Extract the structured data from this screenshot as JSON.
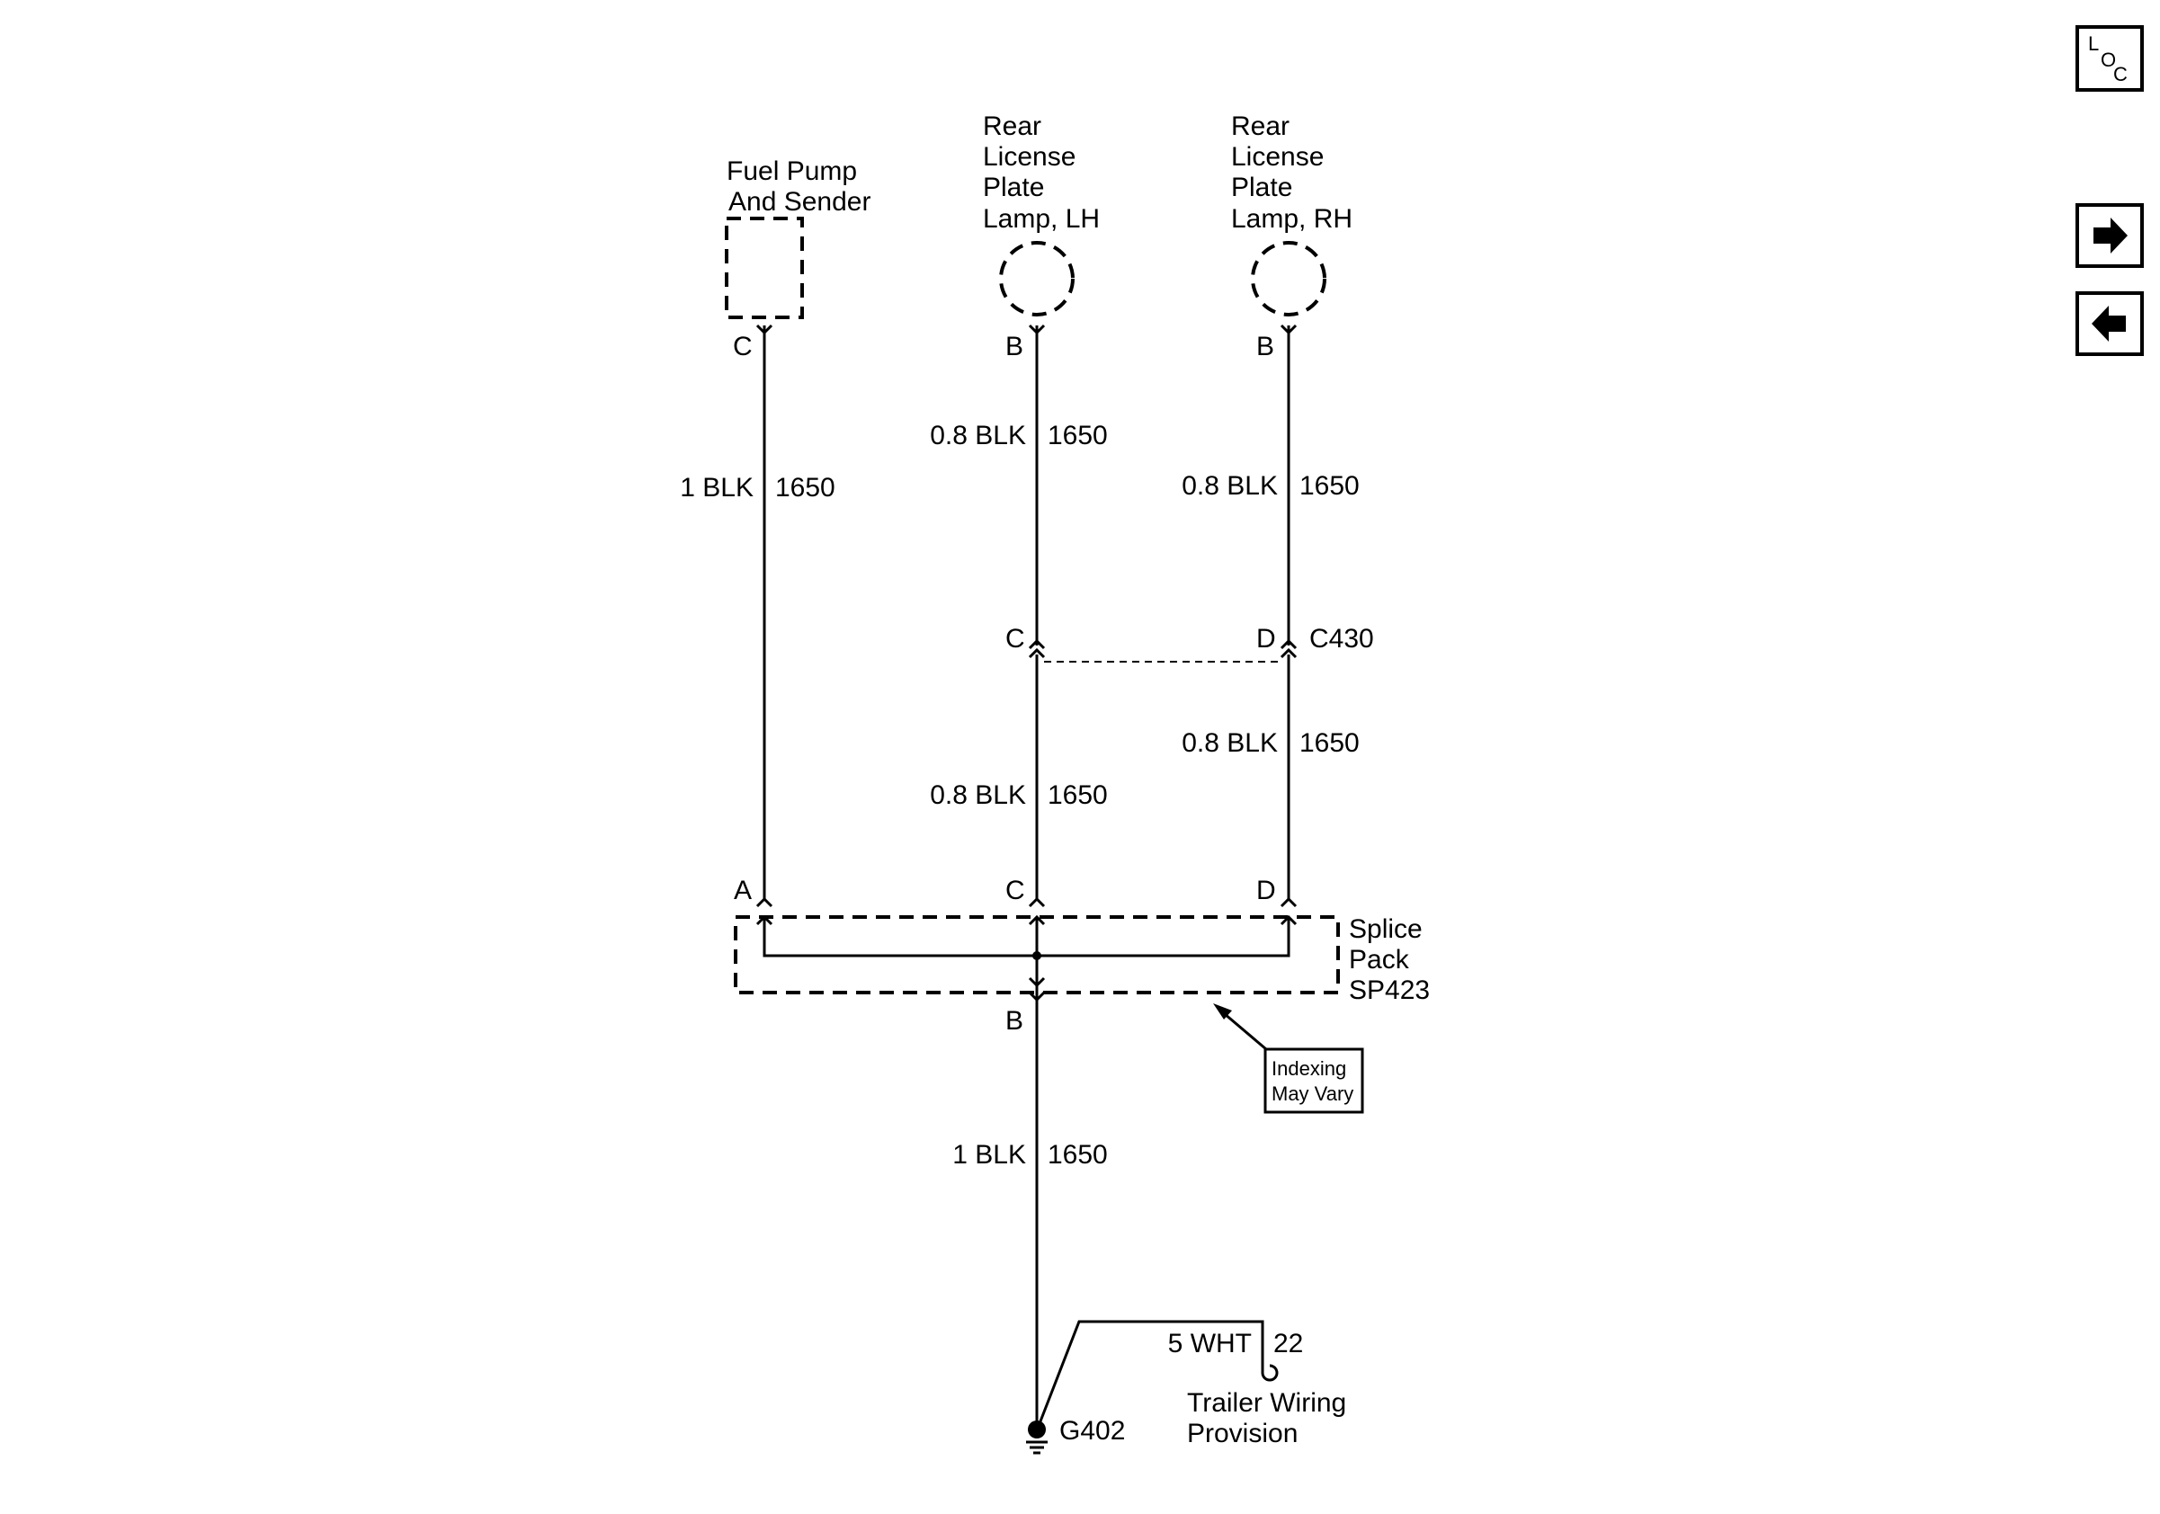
{
  "components": {
    "fuel_pump": [
      "Fuel Pump",
      "And Sender"
    ],
    "lamp_lh": [
      "Rear",
      "License",
      "Plate",
      "Lamp, LH"
    ],
    "lamp_rh": [
      "Rear",
      "License",
      "Plate",
      "Lamp, RH"
    ],
    "splice_pack": [
      "Splice",
      "Pack",
      "SP423"
    ],
    "trailer": [
      "Trailer Wiring",
      "Provision"
    ]
  },
  "pins": {
    "fuel_pump": "C",
    "lamp_lh": "B",
    "lamp_rh": "B",
    "c430_left": "C",
    "c430_right": "D",
    "splice_a": "A",
    "splice_c": "C",
    "splice_d": "D",
    "splice_b": "B"
  },
  "connectors": {
    "c430": "C430",
    "ground": "G402"
  },
  "wires": {
    "fuel_pump": {
      "gauge": "1 BLK",
      "circuit": "1650"
    },
    "lamp_lh_upper": {
      "gauge": "0.8 BLK",
      "circuit": "1650"
    },
    "lamp_rh_upper": {
      "gauge": "0.8 BLK",
      "circuit": "1650"
    },
    "lamp_lh_lower": {
      "gauge": "0.8 BLK",
      "circuit": "1650"
    },
    "lamp_rh_lower": {
      "gauge": "0.8 BLK",
      "circuit": "1650"
    },
    "ground": {
      "gauge": "1 BLK",
      "circuit": "1650"
    },
    "trailer": {
      "gauge": "5 WHT",
      "circuit": "22"
    }
  },
  "note": [
    "Indexing",
    "May Vary"
  ],
  "nav": {
    "loc_letters": [
      "L",
      "O",
      "C"
    ],
    "next": "next-arrow-icon",
    "prev": "prev-arrow-icon"
  }
}
